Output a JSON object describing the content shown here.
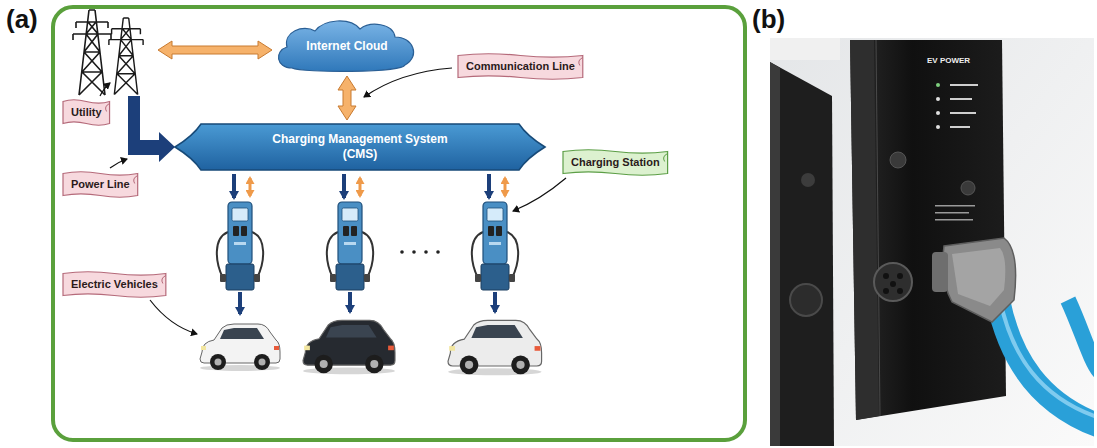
{
  "diagram": {
    "nodes": [
      {
        "text": [
          "Utility"
        ]
      },
      {
        "text": [
          "Internet Cloud"
        ]
      },
      {
        "text": [
          "Communication Line"
        ]
      },
      {
        "text": [
          "Charging Management System (CMS)"
        ]
      },
      {
        "text": [
          "Charging Station"
        ]
      },
      {
        "text": [
          "Power Line"
        ]
      },
      {
        "text": [
          "Electric Vehicles"
        ]
      }
    ],
    "edges": [
      {
        "from": 1,
        "to": 3,
        "arrow": "both"
      }
    ],
    "labels": [
      "(a)",
      "(b)",
      "EV POWER"
    ]
  }
}
